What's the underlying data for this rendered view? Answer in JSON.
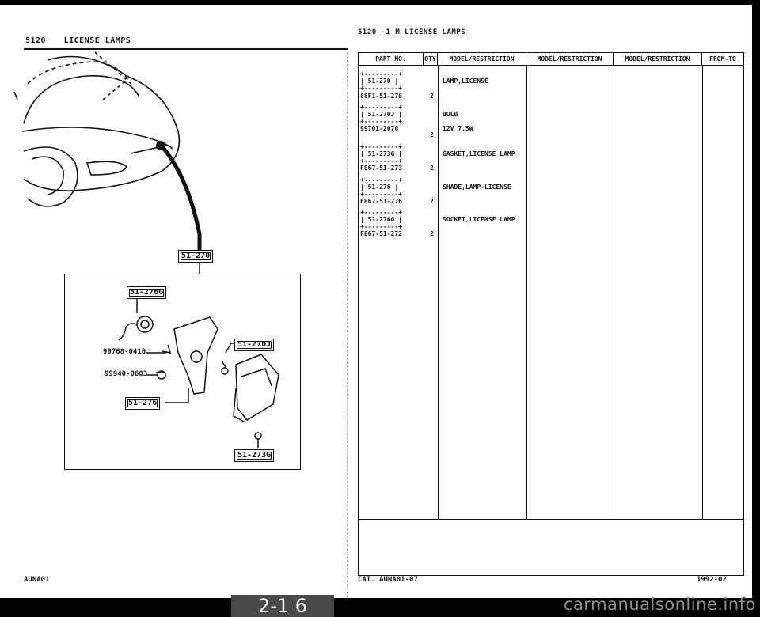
{
  "header": {
    "left_code": "5120",
    "left_title": "LICENSE LAMPS",
    "right_title": "5120 -1 M LICENSE LAMPS"
  },
  "diagram": {
    "main_callout": "51-270",
    "callouts": [
      "51-276G",
      "51-270J",
      "51-276",
      "51-273G"
    ],
    "part_numbers": [
      "99768-0410",
      "99940-0603"
    ]
  },
  "table": {
    "headers": [
      "PART NO.",
      "QTY",
      "MODEL/RESTRICTION",
      "MODEL/RESTRICTION",
      "MODEL/RESTRICTION",
      "FROM-TO"
    ],
    "rows": [
      {
        "ref": "| 51-270 |",
        "part": "88F1-51-270",
        "qty": "2",
        "desc": [
          "LAMP,LICENSE"
        ]
      },
      {
        "ref": "| 51-270J |",
        "part": "99701-2070",
        "qty": "2",
        "desc": [
          "BULB",
          "12V 7.5W"
        ]
      },
      {
        "ref": "| 51-273G |",
        "part": "F867-51-273",
        "qty": "2",
        "desc": [
          "GASKET,LICENSE LAMP"
        ]
      },
      {
        "ref": "| 51-276 |",
        "part": "F867-51-276",
        "qty": "2",
        "desc": [
          "SHADE,LAMP-LICENSE"
        ]
      },
      {
        "ref": "| 51-276G |",
        "part": "F867-51-272",
        "qty": "2",
        "desc": [
          "SOCKET,LICENSE LAMP"
        ]
      }
    ]
  },
  "footer": {
    "left": "AUNA01",
    "mid": "CAT. AUNA01-07",
    "right": "1992-02"
  },
  "page_tab": "2-1 6",
  "watermark": "carmanualsonline.info"
}
